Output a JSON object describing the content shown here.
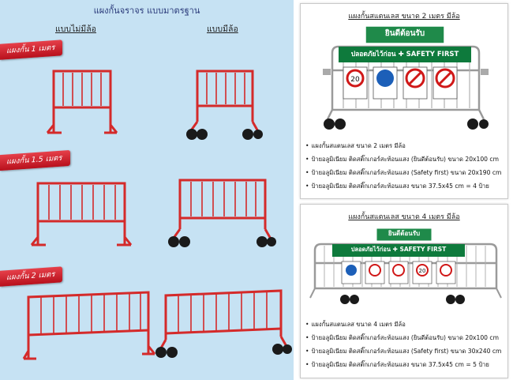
{
  "left_panel": {
    "title": "แผงกั้นจราจร แบบมาตรฐาน",
    "col_no_wheel": "แบบไม่มีล้อ",
    "col_wheel": "แบบมีล้อ",
    "tags": [
      "แผงกั้น 1 เมตร",
      "แผงกั้น 1.5 เมตร",
      "แผงกั้น 2 เมตร"
    ],
    "barrier_color": "#d42a2a"
  },
  "card_2m": {
    "title": "แผงกั้นสแตนเลส ขนาด 2 เมตร มีล้อ",
    "sign_welcome": "ยินดีต้อนรับ",
    "sign_safety": "ปลอดภัยไว้ก่อน ✚ SAFETY FIRST",
    "bullets": [
      "แผงกั้นสแตนเลส ขนาด 2 เมตร มีล้อ",
      "ป้ายอลูมิเนียม ติดสติ๊กเกอร์สะท้อนแสง (ยินดีต้อนรับ) ขนาด 20x100 cm",
      "ป้ายอลูมิเนียม ติดสติ๊กเกอร์สะท้อนแสง (Safety first) ขนาด 20x190 cm",
      "ป้ายอลูมิเนียม ติดสติ๊กเกอร์สะท้อนแสง ขนาด 37.5x45 cm = 4 ป้าย"
    ]
  },
  "card_4m": {
    "title": "แผงกั้นสแตนเลส ขนาด 4 เมตร มีล้อ",
    "sign_welcome": "ยินดีต้อนรับ",
    "sign_safety": "ปลอดภัยไว้ก่อน ✚ SAFETY FIRST",
    "bullets": [
      "แผงกั้นสแตนเลส ขนาด 4 เมตร มีล้อ",
      "ป้ายอลูมิเนียม ติดสติ๊กเกอร์สะท้อนแสง (ยินดีต้อนรับ) ขนาด 20x100 cm",
      "ป้ายอลูมิเนียม ติดสติ๊กเกอร์สะท้อนแสง (Safety first) ขนาด 30x240 cm",
      "ป้ายอลูมิเนียม ติดสติ๊กเกอร์สะท้อนแสง ขนาด 37.5x45 cm = 5 ป้าย"
    ]
  }
}
